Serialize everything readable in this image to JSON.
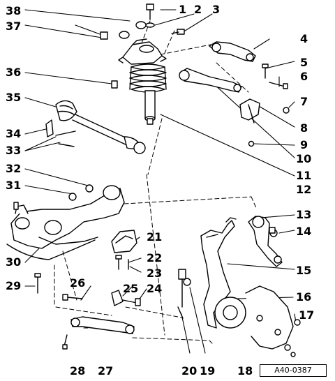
{
  "diagram": {
    "callouts": [
      "1",
      "2",
      "3",
      "4",
      "5",
      "6",
      "7",
      "8",
      "9",
      "10",
      "11",
      "12",
      "13",
      "14",
      "15",
      "16",
      "17",
      "18",
      "19",
      "20",
      "21",
      "22",
      "23",
      "24",
      "25",
      "26",
      "27",
      "28",
      "29",
      "30",
      "31",
      "32",
      "33",
      "34",
      "35",
      "36",
      "37",
      "38"
    ],
    "reference_code": "A40-0387"
  },
  "colors": {
    "ink": "#000000",
    "paper": "#ffffff"
  }
}
